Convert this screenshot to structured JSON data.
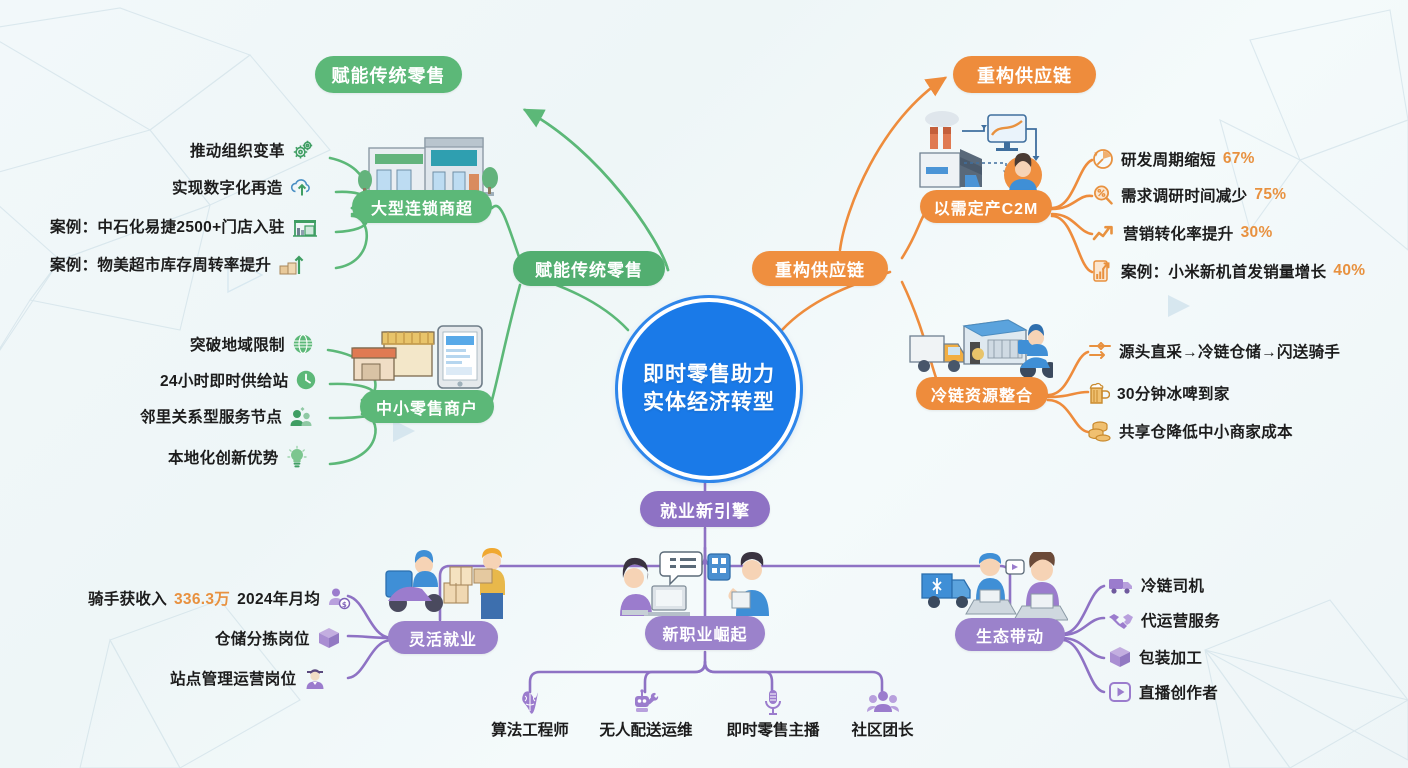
{
  "title": "即时零售助力实体经济转型",
  "center": {
    "line1": "即时零售助力",
    "line2": "实体经济转型"
  },
  "colors": {
    "center": "#1a7ae8",
    "green": "#5cb878",
    "orange": "#ee8c3c",
    "purple": "#8e72c4",
    "highlight": "#e8913f",
    "background": "#f0f7f9"
  },
  "branches": [
    {
      "id": "enable-retail",
      "label": "赋能传统零售",
      "color": "#5cb878",
      "header_label": "赋能传统零售",
      "children": [
        {
          "id": "large-chain",
          "label": "大型连锁商超",
          "illustration": "supermarket-building",
          "leaves": [
            {
              "text": "推动组织变革",
              "icon": "gears-icon"
            },
            {
              "text": "实现数字化再造",
              "icon": "cloud-upload-icon"
            },
            {
              "text": "案例：中石化易捷2500+门店入驻",
              "icon": "storefront-icon"
            },
            {
              "text": "案例：物美超市库存周转率提升",
              "icon": "boxes-up-arrow-icon"
            }
          ]
        },
        {
          "id": "sme-retail",
          "label": "中小零售商户",
          "illustration": "shop-tablet",
          "leaves": [
            {
              "text": "突破地域限制",
              "icon": "globe-icon"
            },
            {
              "text": "24小时即时供给站",
              "icon": "clock-icon"
            },
            {
              "text": "邻里关系型服务节点",
              "icon": "people-icon"
            },
            {
              "text": "本地化创新优势",
              "icon": "lightbulb-icon"
            }
          ]
        }
      ]
    },
    {
      "id": "rebuild-supply",
      "label": "重构供应链",
      "color": "#ee8c3c",
      "header_label": "重构供应链",
      "children": [
        {
          "id": "c2m",
          "label": "以需定产C2M",
          "illustration": "factory-to-consumer",
          "leaves": [
            {
              "text": "研发周期缩短",
              "value": "67%",
              "icon": "pie-clock-icon"
            },
            {
              "text": "需求调研时间减少",
              "value": "75%",
              "icon": "magnifier-percent-icon"
            },
            {
              "text": "营销转化率提升",
              "value": "30%",
              "icon": "trend-up-icon"
            },
            {
              "text": "案例：小米新机首发销量增长",
              "value": "40%",
              "icon": "phone-chart-icon"
            }
          ]
        },
        {
          "id": "cold-chain",
          "label": "冷链资源整合",
          "illustration": "truck-warehouse-rider",
          "leaves": [
            {
              "text": "源头直采→冷链仓储→闪送骑手",
              "icon": "exchange-arrows-icon"
            },
            {
              "text": "30分钟冰啤到家",
              "icon": "beer-mug-icon"
            },
            {
              "text": "共享仓降低中小商家成本",
              "icon": "coins-icon"
            }
          ]
        }
      ]
    },
    {
      "id": "employment-engine",
      "label": "就业新引擎",
      "color": "#8e72c4",
      "header_label": "就业新引擎",
      "children": [
        {
          "id": "flexible-employment",
          "label": "灵活就业",
          "illustration": "rider-and-worker",
          "leaves": [
            {
              "prefix": "2024年月均",
              "value": "336.3万",
              "suffix": "骑手获收入",
              "icon": "person-money-icon"
            },
            {
              "text": "仓储分拣岗位",
              "icon": "package-icon"
            },
            {
              "text": "站点管理运营岗位",
              "icon": "manager-icon"
            }
          ]
        },
        {
          "id": "new-professions",
          "label": "新职业崛起",
          "illustration": "office-workers",
          "leaves": [
            {
              "text": "算法工程师",
              "icon": "brain-icon"
            },
            {
              "text": "无人配送运维",
              "icon": "robot-wrench-icon"
            },
            {
              "text": "即时零售主播",
              "icon": "microphone-icon"
            },
            {
              "text": "社区团长",
              "icon": "group-icon"
            }
          ]
        },
        {
          "id": "ecosystem-drive",
          "label": "生态带动",
          "illustration": "cold-truck-laptops",
          "leaves": [
            {
              "text": "冷链司机",
              "icon": "truck-icon"
            },
            {
              "text": "代运营服务",
              "icon": "handshake-icon"
            },
            {
              "text": "包装加工",
              "icon": "box-icon"
            },
            {
              "text": "直播创作者",
              "icon": "play-button-icon"
            }
          ]
        }
      ]
    }
  ]
}
